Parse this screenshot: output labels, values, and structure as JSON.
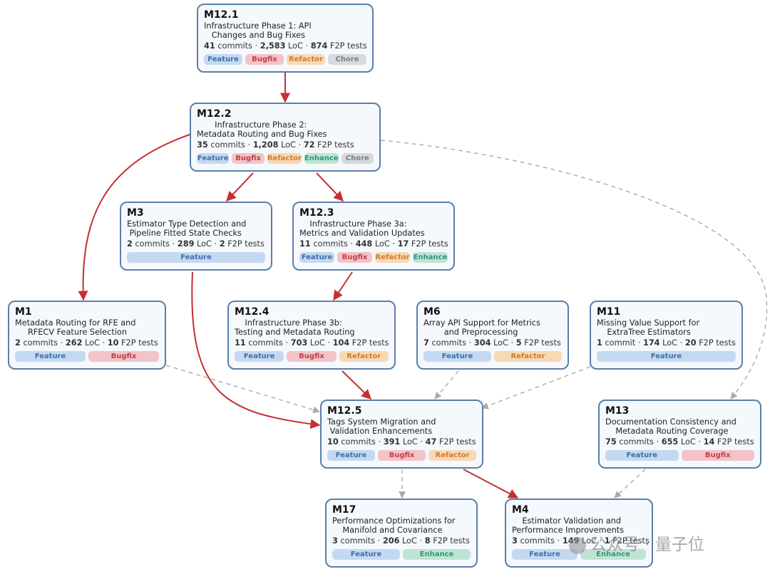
{
  "nodes": [
    {
      "key": "n12_1",
      "id": "M12.1",
      "title": "Infrastructure Phase 1: API\n   Changes and Bug Fixes",
      "commits": "41",
      "commits_unit": "commits",
      "loc": "2,583",
      "f2p": "874",
      "tags": [
        "Feature",
        "Bugfix",
        "Refactor",
        "Chore"
      ]
    },
    {
      "key": "n12_2",
      "id": "M12.2",
      "title": "       Infrastructure Phase 2:\nMetadata Routing and Bug Fixes",
      "commits": "35",
      "commits_unit": "commits",
      "loc": "1,208",
      "f2p": "72",
      "tags": [
        "Feature",
        "Bugfix",
        "Refactor",
        "Enhance",
        "Chore"
      ]
    },
    {
      "key": "n3",
      "id": "M3",
      "title": "Estimator Type Detection and\n Pipeline Fitted State Checks",
      "commits": "2",
      "commits_unit": "commits",
      "loc": "289",
      "f2p": "2",
      "tags": [
        "Feature"
      ]
    },
    {
      "key": "n12_3",
      "id": "M12.3",
      "title": "    Infrastructure Phase 3a:\nMetrics and Validation Updates",
      "commits": "11",
      "commits_unit": "commits",
      "loc": "448",
      "f2p": "17",
      "tags": [
        "Feature",
        "Bugfix",
        "Refactor",
        "Enhance"
      ]
    },
    {
      "key": "n1",
      "id": "M1",
      "title": "Metadata Routing for RFE and\n     RFECV Feature Selection",
      "commits": "2",
      "commits_unit": "commits",
      "loc": "262",
      "f2p": "10",
      "tags": [
        "Feature",
        "Bugfix"
      ]
    },
    {
      "key": "n12_4",
      "id": "M12.4",
      "title": "    Infrastructure Phase 3b:\nTesting and Metadata Routing",
      "commits": "11",
      "commits_unit": "commits",
      "loc": "703",
      "f2p": "104",
      "tags": [
        "Feature",
        "Bugfix",
        "Refactor"
      ]
    },
    {
      "key": "n6",
      "id": "M6",
      "title": "Array API Support for Metrics\n        and Preprocessing",
      "commits": "7",
      "commits_unit": "commits",
      "loc": "304",
      "f2p": "5",
      "tags": [
        "Feature",
        "Refactor"
      ]
    },
    {
      "key": "n11",
      "id": "M11",
      "title": "Missing Value Support for\n    ExtraTree Estimators",
      "commits": "1",
      "commits_unit": "commit",
      "loc": "174",
      "f2p": "20",
      "tags": [
        "Feature"
      ]
    },
    {
      "key": "n12_5",
      "id": "M12.5",
      "title": "Tags System Migration and\n Validation Enhancements",
      "commits": "10",
      "commits_unit": "commits",
      "loc": "391",
      "f2p": "47",
      "tags": [
        "Feature",
        "Bugfix",
        "Refactor"
      ]
    },
    {
      "key": "n13",
      "id": "M13",
      "title": "Documentation Consistency and\n    Metadata Routing Coverage",
      "commits": "75",
      "commits_unit": "commits",
      "loc": "655",
      "f2p": "14",
      "tags": [
        "Feature",
        "Bugfix"
      ]
    },
    {
      "key": "n17",
      "id": "M17",
      "title": "Performance Optimizations for\n    Manifold and Covariance",
      "commits": "3",
      "commits_unit": "commits",
      "loc": "206",
      "f2p": "8",
      "tags": [
        "Feature",
        "Enhance"
      ]
    },
    {
      "key": "n4",
      "id": "M4",
      "title": "    Estimator Validation and\nPerformance Improvements",
      "commits": "3",
      "commits_unit": "commits",
      "loc": "149",
      "f2p": "1",
      "tags": [
        "Feature",
        "Enhance"
      ]
    }
  ],
  "labels": {
    "loc": "LoC",
    "f2p": "F2P tests",
    "sep": " · "
  },
  "edges": [
    {
      "from": "n12_1",
      "to": "n12_2",
      "style": "solid"
    },
    {
      "from": "n12_2",
      "to": "n1",
      "style": "solid"
    },
    {
      "from": "n12_2",
      "to": "n3",
      "style": "solid"
    },
    {
      "from": "n12_2",
      "to": "n12_3",
      "style": "solid"
    },
    {
      "from": "n12_2",
      "to": "n13",
      "style": "dashed"
    },
    {
      "from": "n12_3",
      "to": "n12_4",
      "style": "solid"
    },
    {
      "from": "n3",
      "to": "n12_5",
      "style": "solid"
    },
    {
      "from": "n12_4",
      "to": "n12_5",
      "style": "solid"
    },
    {
      "from": "n1",
      "to": "n12_5",
      "style": "dashed"
    },
    {
      "from": "n6",
      "to": "n12_5",
      "style": "dashed"
    },
    {
      "from": "n11",
      "to": "n12_5",
      "style": "dashed"
    },
    {
      "from": "n12_5",
      "to": "n17",
      "style": "dashed"
    },
    {
      "from": "n12_5",
      "to": "n4",
      "style": "solid"
    },
    {
      "from": "n13",
      "to": "n4",
      "style": "dashed"
    }
  ],
  "colors": {
    "solid_edge": "#c62f32",
    "dashed_edge": "#aaaaaa",
    "node_border": "#5b7fa6",
    "node_fill": "#f5f8fc"
  },
  "watermark": {
    "text": "公众号 · 量子位",
    "icon": "wechat-logo-icon"
  }
}
